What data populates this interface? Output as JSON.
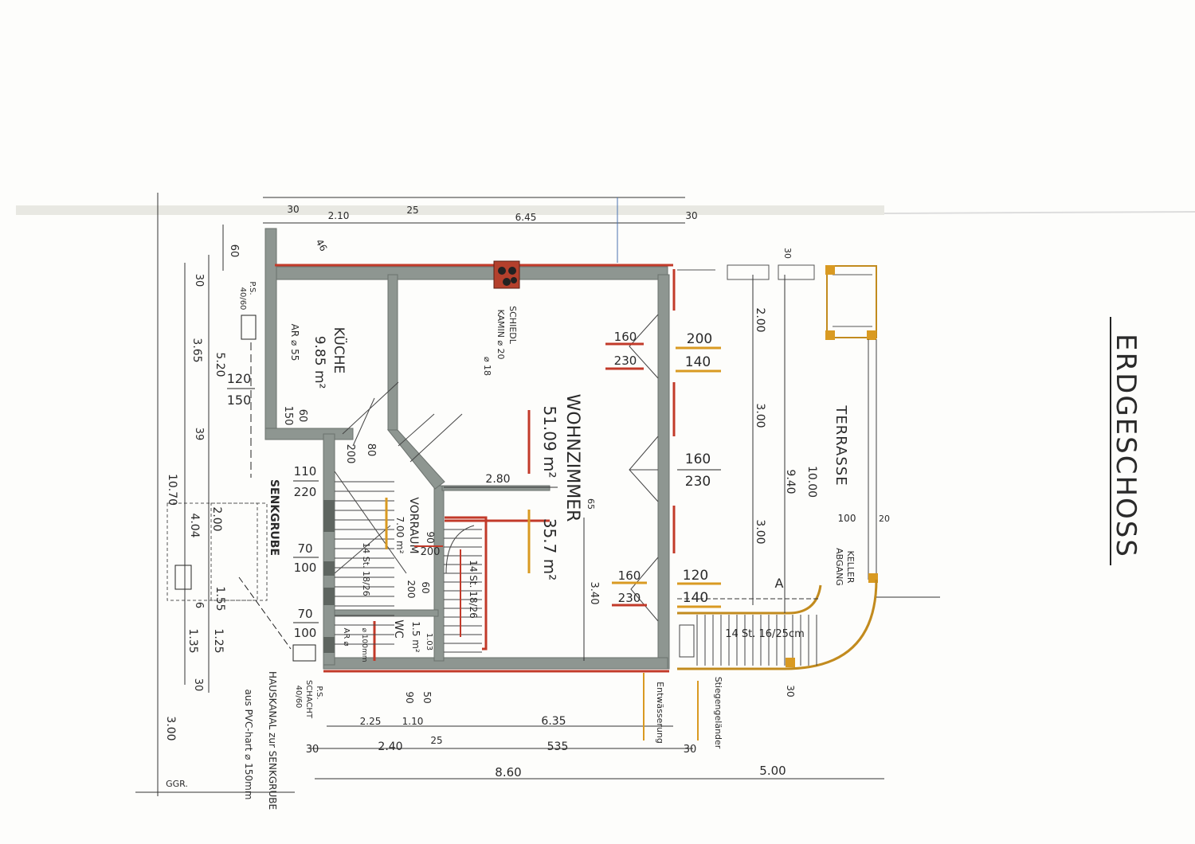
{
  "title": "ERDGESCHOSS",
  "rooms": {
    "kueche": {
      "name": "KÜCHE",
      "area": "9.85 m²",
      "ar": "AR ⌀ 55"
    },
    "wohnzimmer": {
      "name": "WOHNZIMMER",
      "area": "51.09 m²",
      "area2": "35.7 m²"
    },
    "vorraum": {
      "name": "VORRAUM",
      "area": "7.00 m²"
    },
    "wc": {
      "name": "WC",
      "area": "1.5 m²"
    },
    "terrasse": {
      "name": "TERRASSE"
    },
    "senkgrube": {
      "name": "SENKGRUBE"
    }
  },
  "notes": {
    "kamin": [
      "SCHIEDL",
      "KAMIN ⌀ 20",
      "⌀ 18"
    ],
    "kanal": [
      "HAUSKANAL zur SENKGRUBE",
      "aus PVC-hart ⌀ 150mm"
    ],
    "schacht": [
      "P.S.",
      "SCHACHT",
      "40/60"
    ],
    "ps": [
      "P.S.",
      "40/60"
    ],
    "entwaesserung": "Entwässerung",
    "gelaender": "Stiegengeländer",
    "keller": [
      "KELLER",
      "ABGANG"
    ],
    "stair1": "14 St. 18/26",
    "stair2": "14 St. 18/26",
    "stair3": "14 St. 16/25cm",
    "ar2": "AR ⌀",
    "ar3": "⌀ 100mm",
    "ggr": "GGR."
  },
  "openings": {
    "k1": "120",
    "k2": "150",
    "k3": "150",
    "k4": "60",
    "v1": "80",
    "v2": "200",
    "v3": "110",
    "v4": "220",
    "v5": "70",
    "v6": "100",
    "v7": "70",
    "v8": "100",
    "d1": "90",
    "d2": "200",
    "d3": "60",
    "d4": "200",
    "w1": "160",
    "w2": "230",
    "w3": "200",
    "w4": "140",
    "w5": "160",
    "w6": "230",
    "w7": "160",
    "w8": "230",
    "w9": "120",
    "w10": "140"
  },
  "dims": {
    "top": [
      "30",
      "2.10",
      "25",
      "6.45",
      "30"
    ],
    "top_small": "46",
    "left": [
      "10.70",
      "3.65",
      "30",
      "39",
      "5.20",
      "60",
      "1.35",
      "1.25",
      "1.55",
      "6",
      "30",
      "3.00"
    ],
    "senk": [
      "4.04",
      "2.00"
    ],
    "bottom1": [
      "2.25",
      "1.10",
      "6.35"
    ],
    "bottom2": [
      "30",
      "2.40",
      "25",
      "535",
      "30"
    ],
    "bottom3": [
      "8.60",
      "5.00"
    ],
    "bottom_small": [
      "90",
      "50",
      "1.03"
    ],
    "inner": [
      "2.80",
      "3.40",
      "65"
    ],
    "right": [
      "2.00",
      "3.00",
      "3.00",
      "9.40",
      "10.00",
      "30",
      "100",
      "20",
      "30"
    ],
    "marker": "A"
  }
}
